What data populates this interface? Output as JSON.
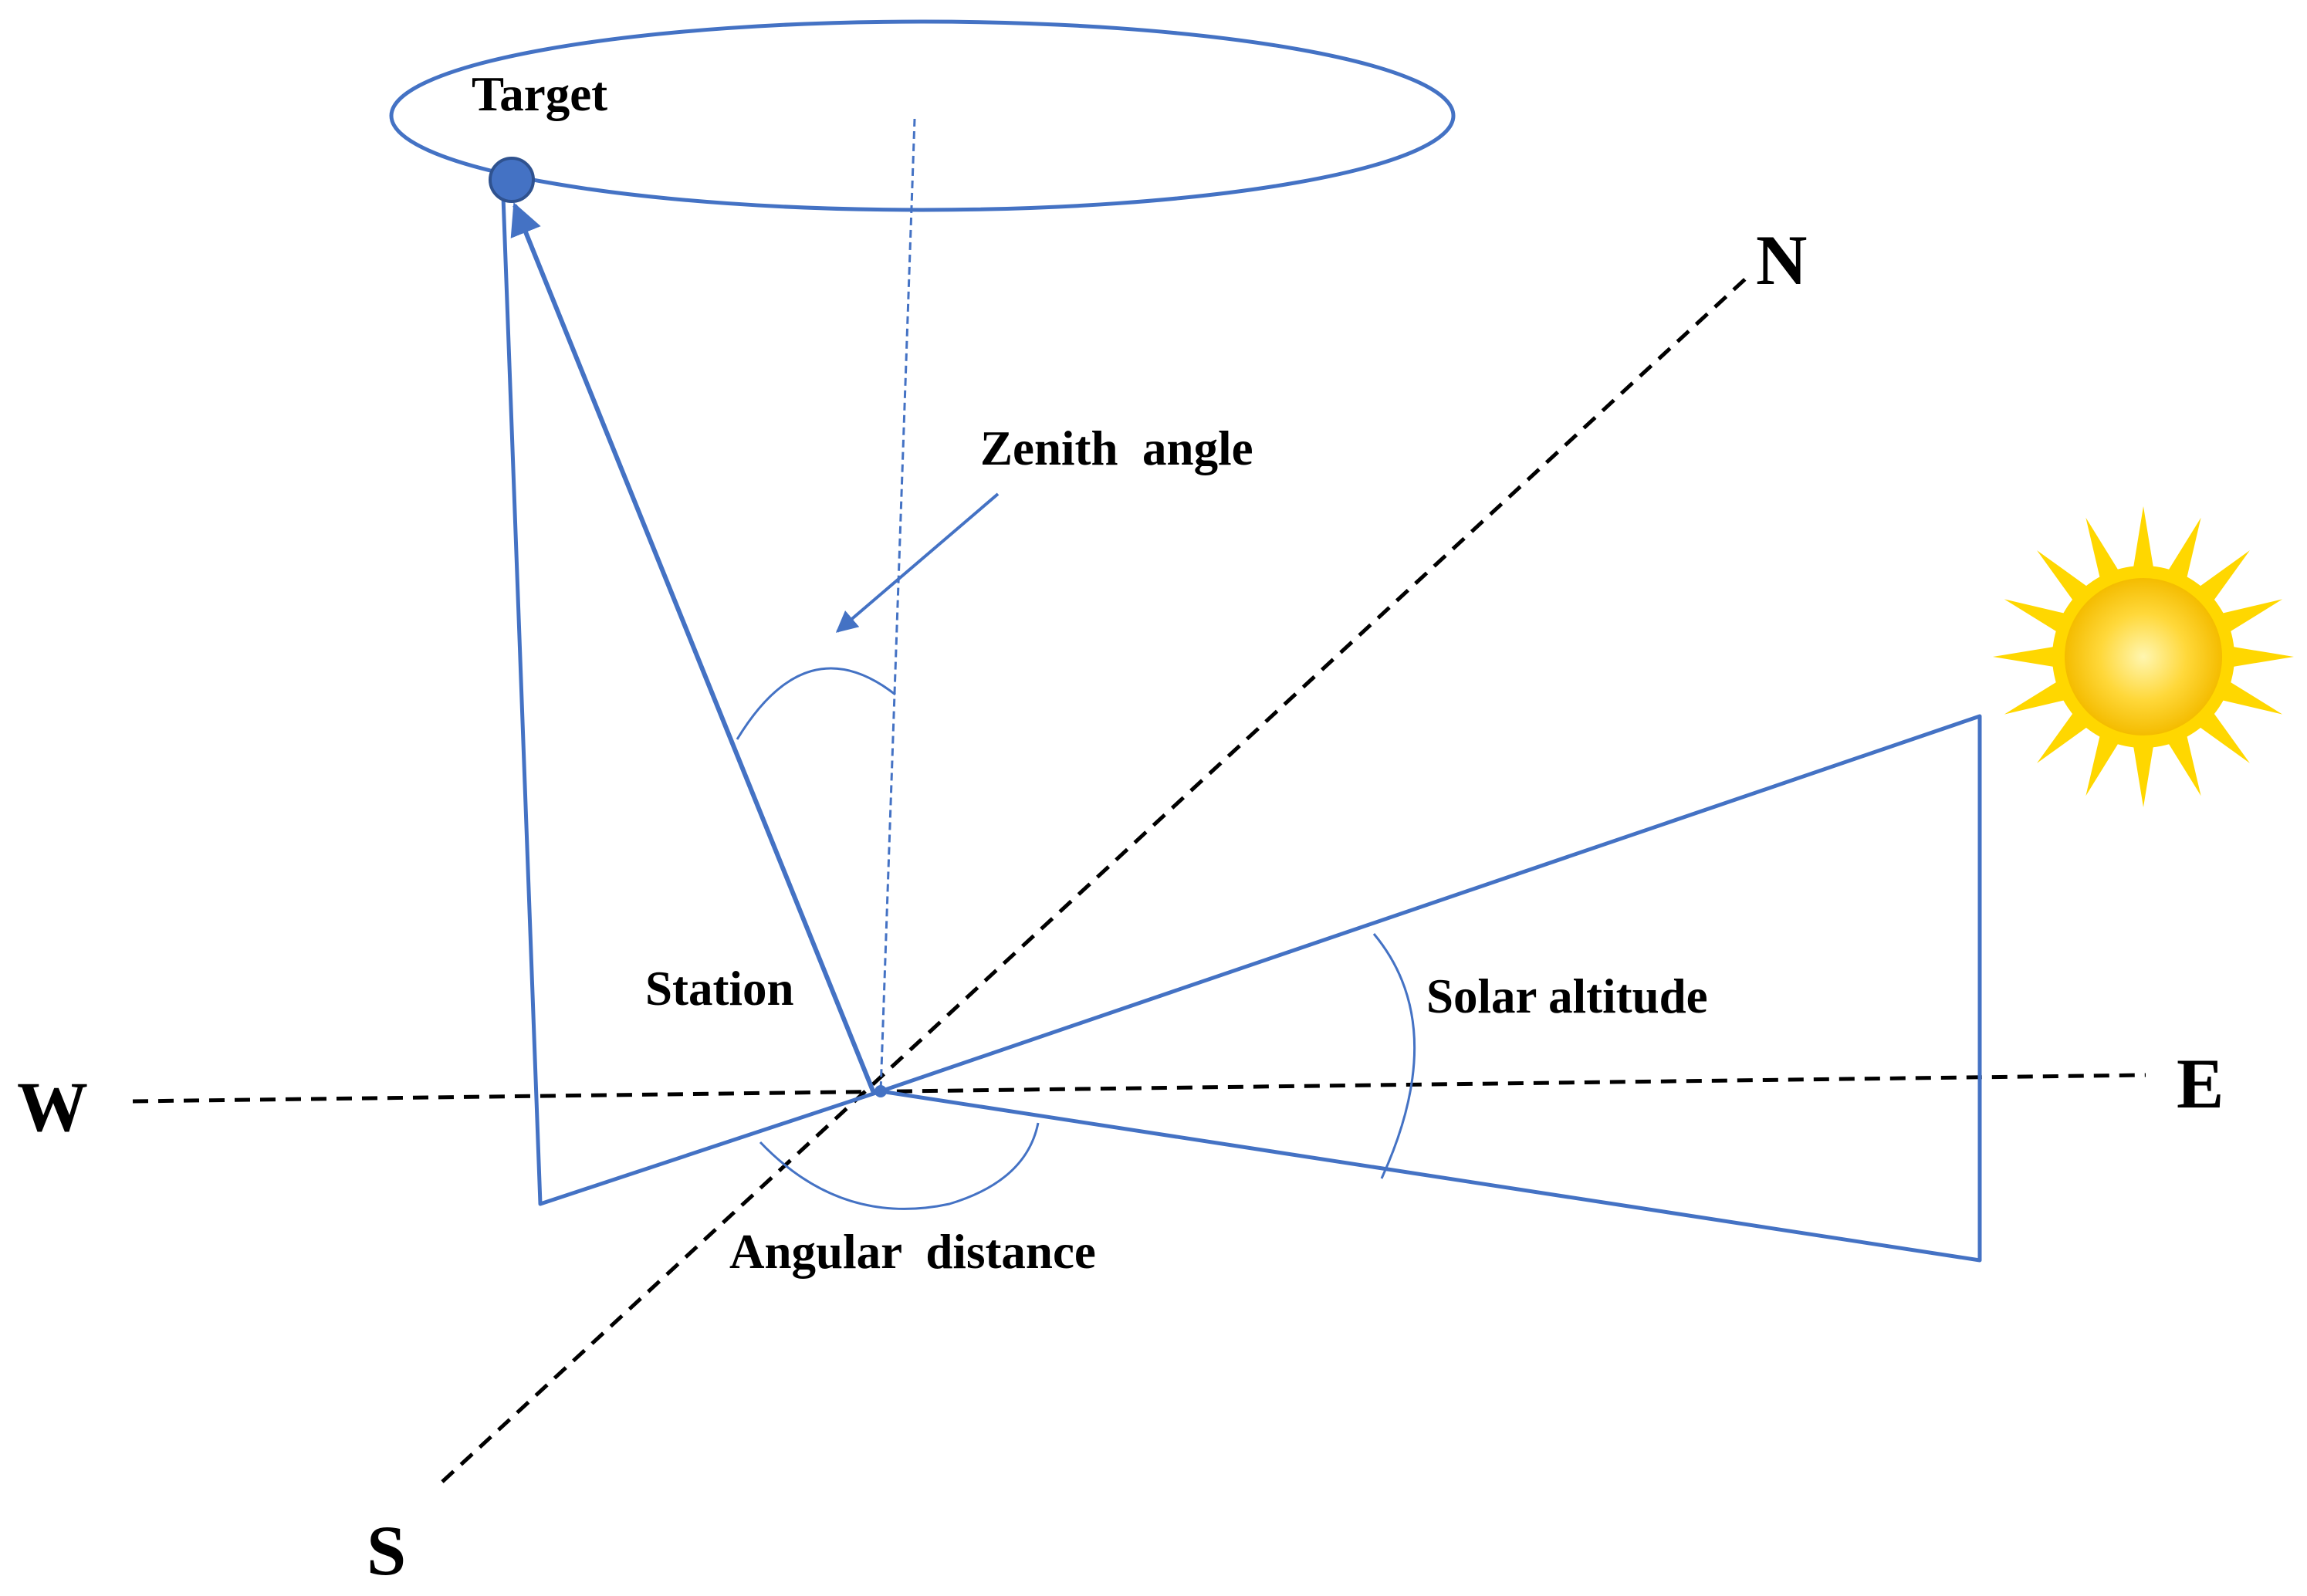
{
  "labels": {
    "target": "Target",
    "zenith_angle": "Zenith  angle",
    "station": "Station",
    "solar_altitude": "Solar altitude",
    "angular_distance": "Angular  distance"
  },
  "directions": {
    "north": "N",
    "south": "S",
    "east": "E",
    "west": "W"
  },
  "icons": {
    "sun": "sun-icon",
    "target_marker": "target-dot-icon"
  },
  "colors": {
    "line_blue": "#4472C4",
    "marker_fill": "#4472C4",
    "marker_stroke": "#2F528F",
    "axis_dash": "#000000",
    "sun_ray": "#FFD700",
    "sun_core_inner": "#FFF4A8",
    "sun_core_outer": "#F6C200",
    "text": "#000000"
  }
}
